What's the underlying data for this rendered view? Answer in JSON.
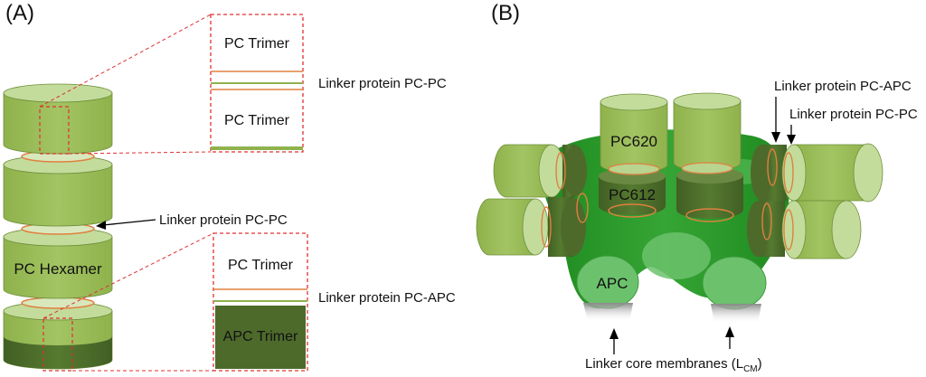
{
  "panel_a": {
    "label": "(A)",
    "box_top": {
      "upper": "PC Trimer",
      "lower": "PC Trimer"
    },
    "box_bottom": {
      "upper": "PC Trimer",
      "lower": "APC Trimer"
    },
    "linker_top": "Linker protein PC-PC",
    "linker_mid": "Linker protein PC-PC",
    "linker_bottom": "Linker protein PC-APC",
    "hexamer": "PC Hexamer"
  },
  "panel_b": {
    "label": "(B)",
    "pc620": "PC620",
    "pc612": "PC612",
    "apc": "APC",
    "linker_pc_apc": "Linker protein PC-APC",
    "linker_pc_pc": "Linker protein PC-PC",
    "linker_core": "Linker core membranes (L",
    "linker_core_sub": "CM",
    "linker_core_close": ")"
  },
  "colors": {
    "light_green": "#9dc25a",
    "pale_green": "#c0d99a",
    "dark_green": "#4a6a2a",
    "core_green": "#2e9a2e",
    "apc_green": "#5cb85c",
    "dashed_red": "#e03030",
    "linker_orange": "#e08040"
  }
}
